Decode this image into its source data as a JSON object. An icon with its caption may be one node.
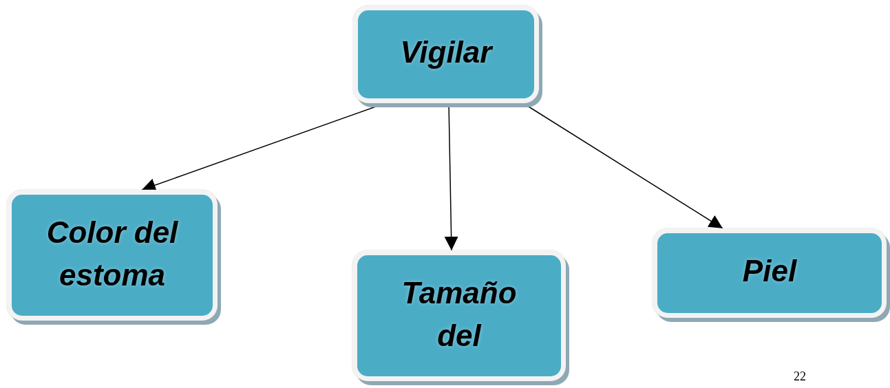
{
  "diagram": {
    "nodes": [
      {
        "text": [
          "Vigilar"
        ]
      },
      {
        "text": [
          "Color del estoma"
        ]
      },
      {
        "text": [
          "Tamaño del"
        ]
      },
      {
        "text": [
          "Piel"
        ]
      }
    ],
    "edges": [
      {
        "from": 0,
        "to": 1,
        "arrow": "to"
      },
      {
        "from": 0,
        "to": 2,
        "arrow": "to"
      },
      {
        "from": 0,
        "to": 3,
        "arrow": "to"
      }
    ],
    "labels": [
      "22"
    ]
  }
}
